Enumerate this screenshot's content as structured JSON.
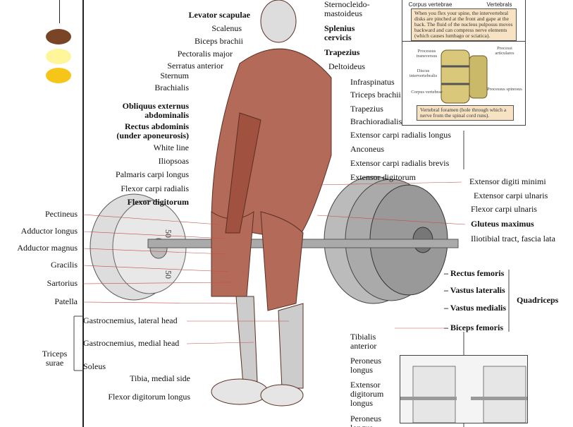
{
  "legend_colors": [
    "#7a4526",
    "#fff59a",
    "#f5c518"
  ],
  "inset_top": {
    "captions": [
      "Corpus vertebrae",
      "Vertebrals"
    ],
    "note": "When you flex your spine, the intervertebral disks are pinched at the front and gape at the back. The fluid of the nucleus pulposus moves backward and can compress nerve elements (which causes lumbago or sciatica)."
  },
  "inset_mid": {
    "labels": [
      "Processus transversus",
      "Discus intervertebralis",
      "Corpus vertebrae",
      "Processi articulares",
      "Processus spinosus"
    ],
    "note": "Vertebral foramen (hole through which a nerve from the spinal cord runs)."
  },
  "labels_left": [
    "Levator scapulae",
    "Scalenus",
    "Biceps brachii",
    "Pectoralis major",
    "Serratus anterior",
    "Sternum",
    "Brachialis",
    "Obliquus externus abdominalis",
    "Rectus abdominis (under aponeurosis)",
    "White line",
    "Iliopsoas",
    "Palmaris carpi longus",
    "Flexor carpi radialis",
    "Flexor digitorum"
  ],
  "labels_far_left": [
    "Pectineus",
    "Adductor longus",
    "Adductor magnus",
    "Gracilis",
    "Sartorius",
    "Patella"
  ],
  "triceps_surae": {
    "group": "Triceps surae",
    "items": [
      "Gastrocnemius, lateral head",
      "Gastrocnemius, medial head",
      "Soleus"
    ]
  },
  "labels_lower_left": [
    "Tibia, medial side",
    "Flexor digitorum longus"
  ],
  "labels_right": [
    "Sternocleido-mastoideus",
    "Splenius cervicis",
    "Trapezius",
    "Deltoideus",
    "Infraspinatus",
    "Triceps brachii",
    "Trapezius",
    "Brachioradialis",
    "Extensor carpi radialis longus",
    "Anconeus",
    "Extensor carpi radialis brevis",
    "Extensor digitorum"
  ],
  "labels_far_right": [
    "Extensor digiti minimi",
    "Extensor carpi ulnaris",
    "Flexor carpi ulnaris",
    "Gluteus maximus",
    "Iliotibial tract, fascia lata"
  ],
  "quadriceps": {
    "group": "Quadriceps",
    "items": [
      "– Rectus femoris",
      "– Vastus lateralis",
      "– Vastus medialis",
      "– Biceps femoris"
    ]
  },
  "labels_lower_right": [
    "Tibialis anterior",
    "Peroneus longus",
    "Extensor digitorum longus",
    "Peroneus longus"
  ],
  "plate_text": "50"
}
